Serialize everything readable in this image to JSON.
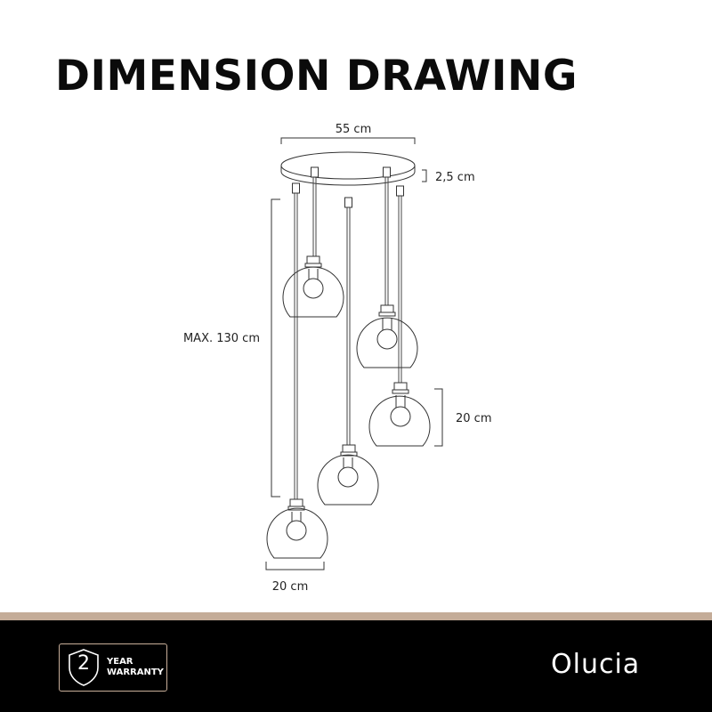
{
  "title": "DIMENSION DRAWING",
  "dimensions": {
    "canopy_width": "55 cm",
    "canopy_height": "2,5 cm",
    "max_length": "MAX. 130 cm",
    "shade_height": "20 cm",
    "shade_width": "20 cm"
  },
  "footer": {
    "warranty_number": "2",
    "warranty_line1": "YEAR",
    "warranty_line2": "WARRANTY",
    "brand": "Olucia"
  },
  "colors": {
    "accent": "#c4ac98",
    "footer_bg": "#000000",
    "line": "#333333"
  }
}
